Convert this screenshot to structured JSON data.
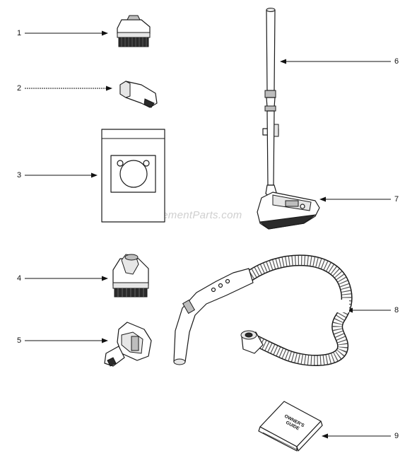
{
  "watermark": "eReplacementParts.com",
  "parts": [
    {
      "number": "1",
      "icon": "dusting-brush-icon"
    },
    {
      "number": "2",
      "icon": "crevice-nozzle-icon"
    },
    {
      "number": "3",
      "icon": "dust-bag-icon"
    },
    {
      "number": "4",
      "icon": "upholstery-brush-icon"
    },
    {
      "number": "5",
      "icon": "upholstery-nozzle-icon"
    },
    {
      "number": "6",
      "icon": "wand-icon"
    },
    {
      "number": "7",
      "icon": "power-nozzle-icon"
    },
    {
      "number": "8",
      "icon": "hose-icon"
    },
    {
      "number": "9",
      "icon": "owners-guide-icon"
    }
  ],
  "owners_guide": {
    "line1": "OWNER'S",
    "line2": "GUIDE"
  }
}
